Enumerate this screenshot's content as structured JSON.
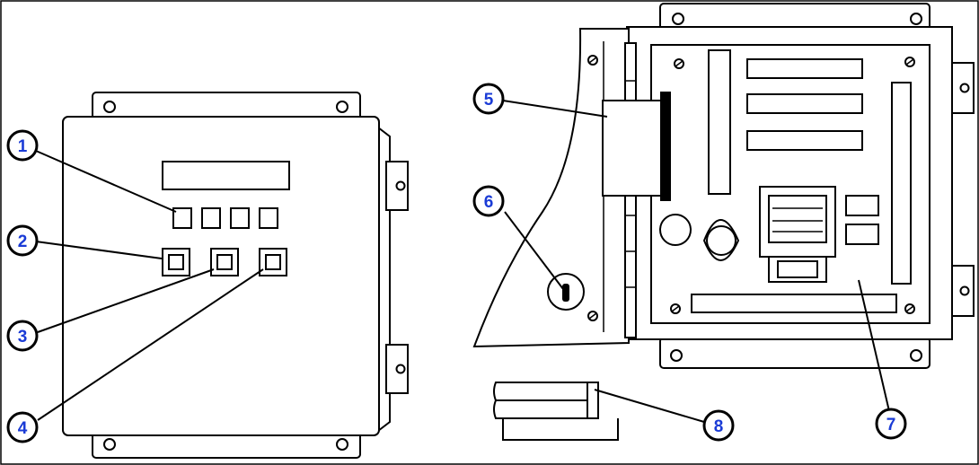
{
  "colors": {
    "callout_number": "#1a3bd6",
    "line": "#000000",
    "background": "#ffffff"
  },
  "callouts": [
    {
      "label": "1"
    },
    {
      "label": "2"
    },
    {
      "label": "3"
    },
    {
      "label": "4"
    },
    {
      "label": "5"
    },
    {
      "label": "6"
    },
    {
      "label": "7"
    },
    {
      "label": "8"
    }
  ]
}
